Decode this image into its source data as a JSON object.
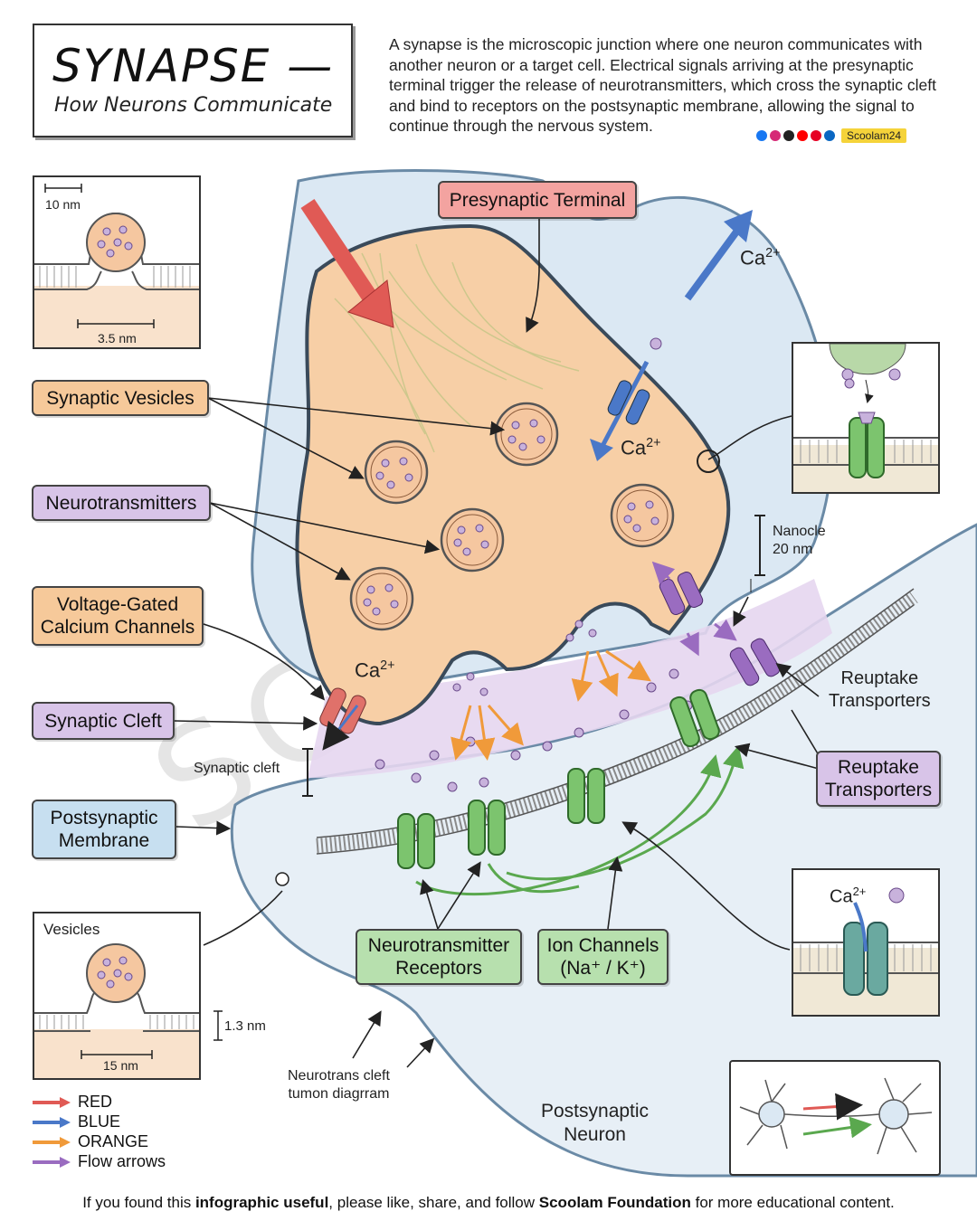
{
  "header": {
    "title": "SYNAPSE —",
    "subtitle": "How Neurons Communicate",
    "description": "A synapse is the microscopic junction where one neuron communicates with another neuron or a target cell. Electrical signals arriving at the presynaptic terminal trigger the release of neurotransmitters, which cross the synaptic cleft and bind to receptors on the postsynaptic membrane, allowing the signal to continue through the nervous system.",
    "brand": "Scoolam24"
  },
  "labels": {
    "presynaptic_terminal": "Presynaptic Terminal",
    "synaptic_vesicles": "Synaptic Vesicles",
    "neurotransmitters": "Neurotransmitters",
    "vgcc_line1": "Voltage-Gated",
    "vgcc_line2": "Calcium Channels",
    "synaptic_cleft": "Synaptic Cleft",
    "postsynaptic_line1": "Postsynaptic",
    "postsynaptic_line2": "Membrane",
    "receptors_line1": "Neurotransmitter",
    "receptors_line2": "Receptors",
    "ion_line1": "Ion Channels",
    "ion_line2": "(Na⁺ / K⁺)",
    "reuptake_box_line1": "Reuptake",
    "reuptake_box_line2": "Transporters",
    "reuptake_text_line1": "Reuptake",
    "reuptake_text_line2": "Transporters",
    "synaptic_cleft_small": "Synaptic cleft",
    "nanocle_line1": "Nanocle",
    "nanocle_line2": "20 nm",
    "ca_top": "Ca2+",
    "ca_mid": "Ca2+",
    "ca_left": "Ca2+",
    "ca_inset": "Ca2+",
    "neurotrans_line1": "Neurotrans cleft",
    "neurotrans_line2": "tumon diagrram",
    "postsynaptic_neuron_line1": "Postsynaptic",
    "postsynaptic_neuron_line2": "Neuron",
    "watermark": "SCOOLAM"
  },
  "insets": {
    "top_left_scale": "10 nm",
    "top_left_width": "3.5 nm",
    "bottom_left_title": "Vesicles",
    "bottom_left_height": "1.3 nm",
    "bottom_left_width": "15 nm"
  },
  "legend": [
    {
      "label": "RED",
      "color": "#e05a55"
    },
    {
      "label": "BLUE",
      "color": "#4a78c8"
    },
    {
      "label": "ORANGE",
      "color": "#f09a3a"
    },
    {
      "label": "Flow arrows",
      "color": "#9a6cc0"
    }
  ],
  "footer": {
    "pre": "If you found this ",
    "bold1": "infographic useful",
    "mid": ", please like, share, and follow ",
    "bold2": "Scoolam Foundation",
    "post": " for more educational content."
  },
  "colors": {
    "terminal_fill": "#f7cfa6",
    "cleft_fill": "#e6d6ef",
    "neuron_fill": "#dbe8f3",
    "receptor": "#7cc46e",
    "transporter": "#9a6cc0",
    "vgcc": "#e0716a"
  }
}
